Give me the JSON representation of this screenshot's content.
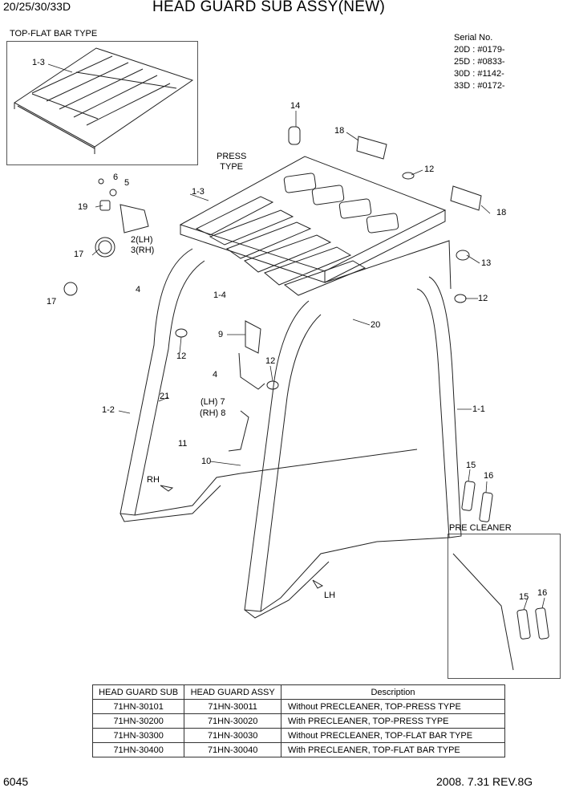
{
  "header": {
    "model": "20/25/30/33D",
    "title": "HEAD GUARD SUB ASSY(NEW)"
  },
  "serial": {
    "heading": "Serial No.",
    "lines": [
      "20D : #0179-",
      "25D : #0833-",
      "30D : #1142-",
      "33D : #0172-"
    ]
  },
  "insets": {
    "top_flat": "TOP-FLAT BAR TYPE",
    "pre_cleaner": "PRE CLEANER"
  },
  "callouts": {
    "c1_3_inset": "1-3",
    "press_type": "PRESS\nTYPE",
    "c14": "14",
    "c18a": "18",
    "c12a": "12",
    "c6": "6",
    "c5": "5",
    "c1_3": "1-3",
    "c19": "19",
    "c18b": "18",
    "c2lh": "2(LH)",
    "c3rh": "3(RH)",
    "c17": "17",
    "c13": "13",
    "c4a": "4",
    "c1_4": "1-4",
    "c12b": "12",
    "c17b": "17",
    "c20": "20",
    "c9": "9",
    "c12c": "12",
    "c12d": "12",
    "c4b": "4",
    "c7": "(LH) 7",
    "c8": "(RH) 8",
    "c21": "21",
    "c1_2": "1-2",
    "c1_1": "1-1",
    "c11": "11",
    "c10": "10",
    "c15": "15",
    "c16": "16",
    "rh": "RH",
    "lh": "LH",
    "c15b": "15",
    "c16b": "16"
  },
  "table": {
    "headers": [
      "HEAD GUARD SUB",
      "HEAD GUARD ASSY",
      "Description"
    ],
    "rows": [
      [
        "71HN-30101",
        "71HN-30011",
        "Without PRECLEANER, TOP-PRESS TYPE"
      ],
      [
        "71HN-30200",
        "71HN-30020",
        "With PRECLEANER, TOP-PRESS TYPE"
      ],
      [
        "71HN-30300",
        "71HN-30030",
        "Without PRECLEANER, TOP-FLAT BAR TYPE"
      ],
      [
        "71HN-30400",
        "71HN-30040",
        "With PRECLEANER, TOP-FLAT BAR TYPE"
      ]
    ]
  },
  "footer": {
    "page": "6045",
    "revision": "2008. 7.31  REV.8G"
  }
}
